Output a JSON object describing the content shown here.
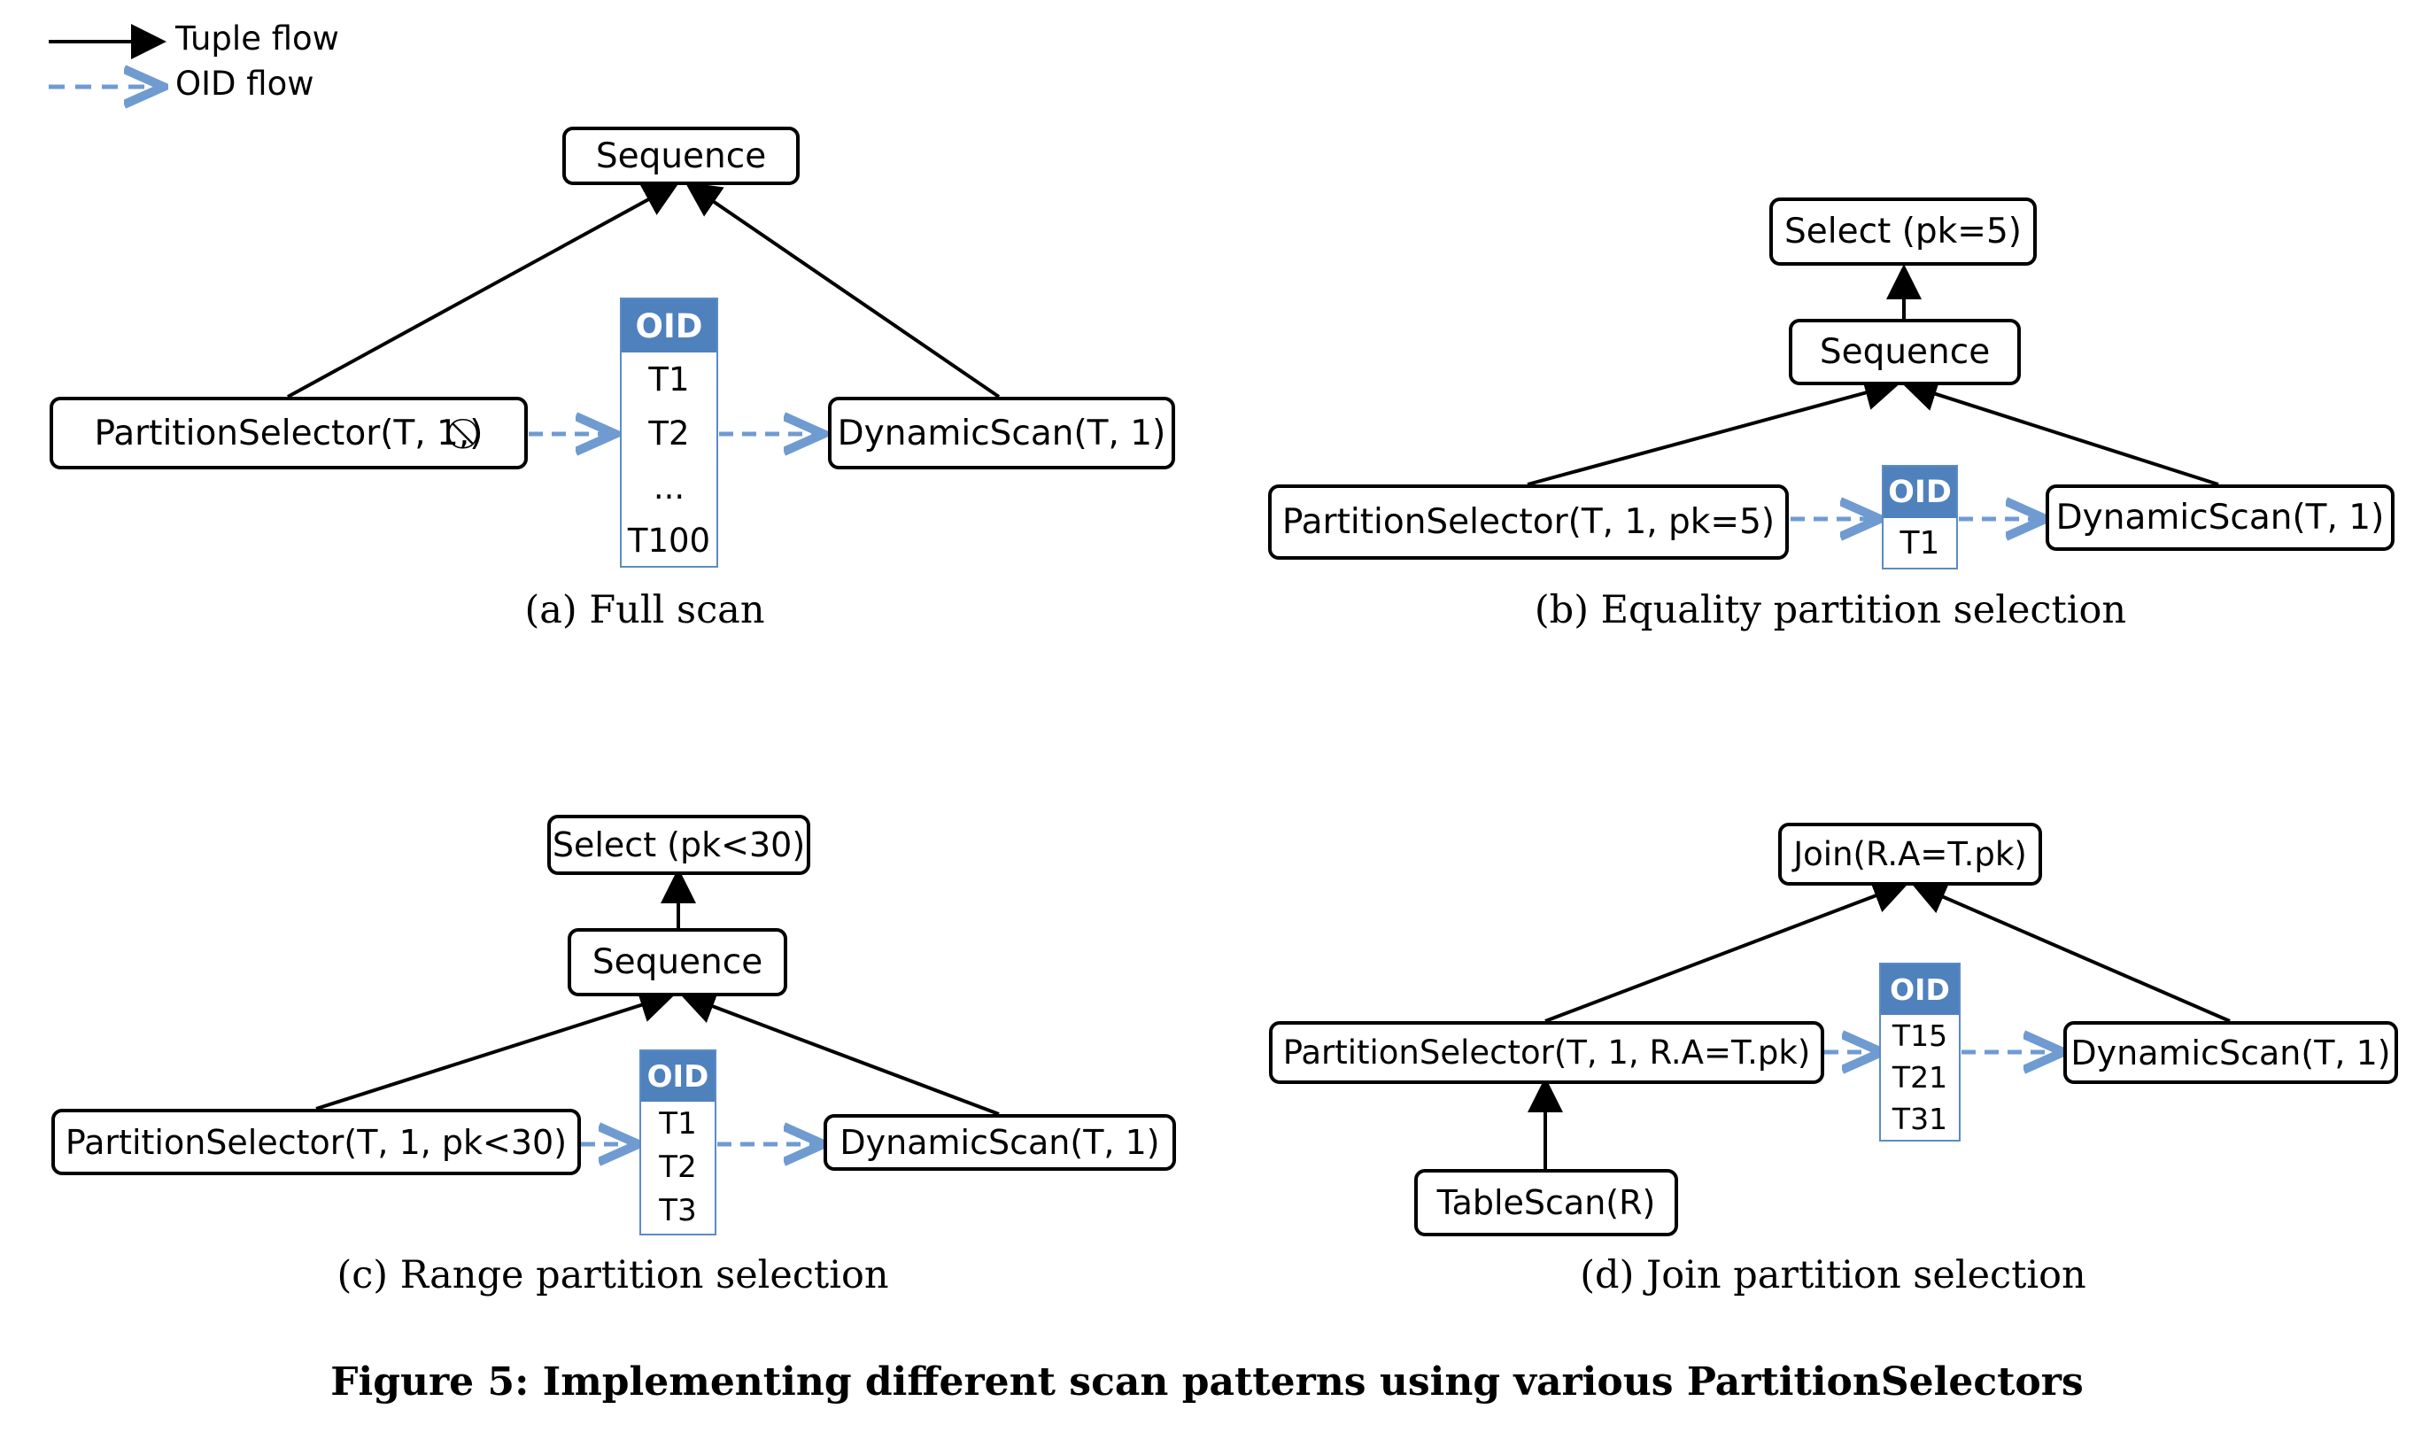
{
  "legend": {
    "tuple_flow": "Tuple flow",
    "oid_flow": "OID flow"
  },
  "panels": {
    "a": {
      "caption": "(a) Full scan",
      "sequence": "Sequence",
      "selector": "PartitionSelector(T, 1, ",
      "selector_end": ")",
      "scan": "DynamicScan(T, 1)",
      "oid": {
        "header": "OID",
        "rows": [
          "T1",
          "T2",
          "...",
          "T100"
        ]
      }
    },
    "b": {
      "caption": "(b) Equality partition selection",
      "select": "Select (pk=5)",
      "sequence": "Sequence",
      "selector": "PartitionSelector(T, 1, pk=5)",
      "scan": "DynamicScan(T, 1)",
      "oid": {
        "header": "OID",
        "rows": [
          "T1"
        ]
      }
    },
    "c": {
      "caption": "(c) Range partition selection",
      "select": "Select (pk<30)",
      "sequence": "Sequence",
      "selector": "PartitionSelector(T, 1, pk<30)",
      "scan": "DynamicScan(T, 1)",
      "oid": {
        "header": "OID",
        "rows": [
          "T1",
          "T2",
          "T3"
        ]
      }
    },
    "d": {
      "caption": "(d) Join partition selection",
      "join": "Join(R.A=T.pk)",
      "selector": "PartitionSelector(T, 1, R.A=T.pk)",
      "tablescan": "TableScan(R)",
      "scan": "DynamicScan(T, 1)",
      "oid": {
        "header": "OID",
        "rows": [
          "T15",
          "T21",
          "T31"
        ]
      }
    }
  },
  "figure_caption": "Figure 5: Implementing different scan patterns using various PartitionSelectors",
  "colors": {
    "tuple_flow": "#000000",
    "oid_flow": "#6f9bd1",
    "oid_header": "#4f81bd"
  }
}
